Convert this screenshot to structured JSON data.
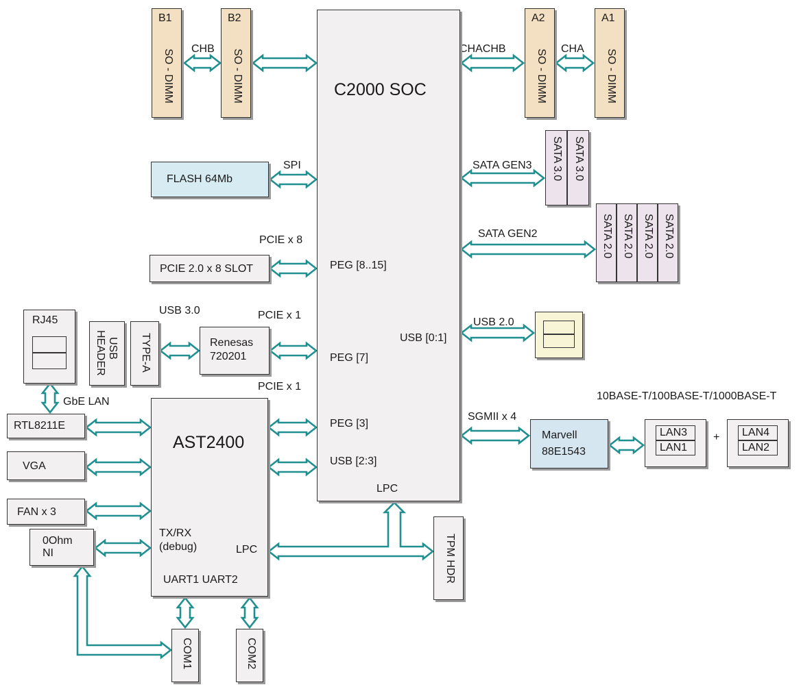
{
  "colors": {
    "arrow_outline": "#1f8f8f",
    "arrow_fill": "#ffffff",
    "dimm": "#f3dfc1",
    "chip": "#f2f0f0",
    "flash": "#d6ecf2",
    "sata": "#ede3ec",
    "usb_port": "#f8f4d6"
  },
  "memory": {
    "b1": "B1",
    "b2": "B2",
    "a2": "A2",
    "a1": "A1",
    "so_dimm": "SO - DIMM",
    "chb": "CHB",
    "chachb": "CHACHB",
    "cha": "CHA"
  },
  "soc": {
    "title": "C2000 SOC",
    "peg_8_15": "PEG [8..15]",
    "peg_7": "PEG [7]",
    "peg_3": "PEG [3]",
    "usb_2_3": "USB [2:3]",
    "usb_0_1": "USB [0:1]",
    "lpc": "LPC"
  },
  "flash": {
    "label": "FLASH 64Mb",
    "bus": "SPI"
  },
  "sata": {
    "gen3_label": "SATA GEN3",
    "gen3_port": "SATA 3.0",
    "gen2_label": "SATA GEN2",
    "gen2_port": "SATA 2.0"
  },
  "pcie": {
    "slot": "PCIE 2.0 x 8 SLOT",
    "x8": "PCIE x 8",
    "x1_top": "PCIE x 1",
    "x1_bottom": "PCIE x 1"
  },
  "usb": {
    "usb30": "USB 3.0",
    "usb20": "USB 2.0",
    "header_line1": "USB",
    "header_line2": "HEADER",
    "type_a": "TYPE-A",
    "renesas_line1": "Renesas",
    "renesas_line2": "720201"
  },
  "lan": {
    "rj45": "RJ45",
    "gbe": "GbE LAN",
    "rtl": "RTL8211E",
    "sgmii": "SGMII x 4",
    "marvell_line1": "Marvell",
    "marvell_line2": "88E1543",
    "speed": "10BASE-T/100BASE-T/1000BASE-T",
    "lan3": "LAN3",
    "lan1": "LAN1",
    "lan4": "LAN4",
    "lan2": "LAN2",
    "plus": "+"
  },
  "bmc": {
    "title": "AST2400",
    "txrx": "TX/RX",
    "debug": "(debug)",
    "lpc": "LPC",
    "uart": "UART1 UART2"
  },
  "misc": {
    "vga": "VGA",
    "fan": "FAN x 3",
    "ohm": "0Ohm",
    "ni": "NI",
    "tpm": "TPM HDR",
    "com1": "COM1",
    "com2": "COM2"
  }
}
